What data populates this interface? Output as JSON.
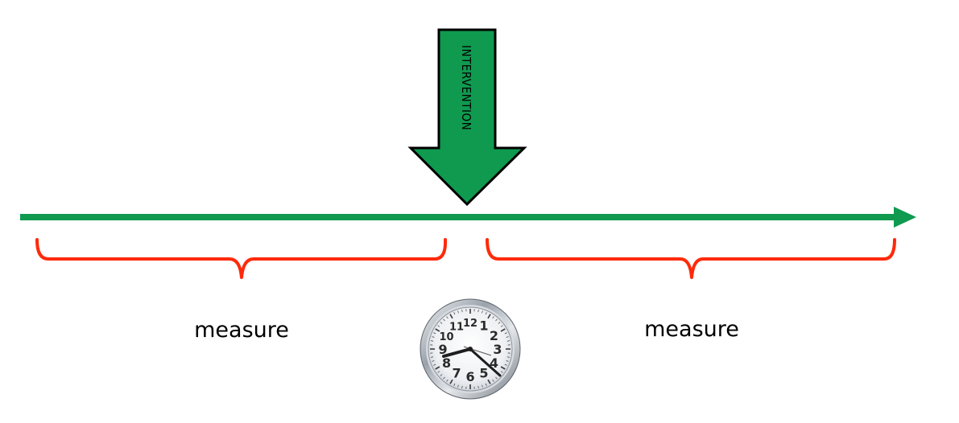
{
  "intervention_label": "INTERVENTION",
  "measure_before_label": "measure",
  "measure_after_label": "measure",
  "clock_numbers": [
    "12",
    "1",
    "2",
    "3",
    "4",
    "5",
    "6",
    "7",
    "8",
    "9",
    "10",
    "11"
  ],
  "colors": {
    "timeline": "#0f9a4f",
    "arrow_fill": "#0f9a4f",
    "arrow_stroke": "#000000",
    "bracket": "#ff2a0a"
  }
}
